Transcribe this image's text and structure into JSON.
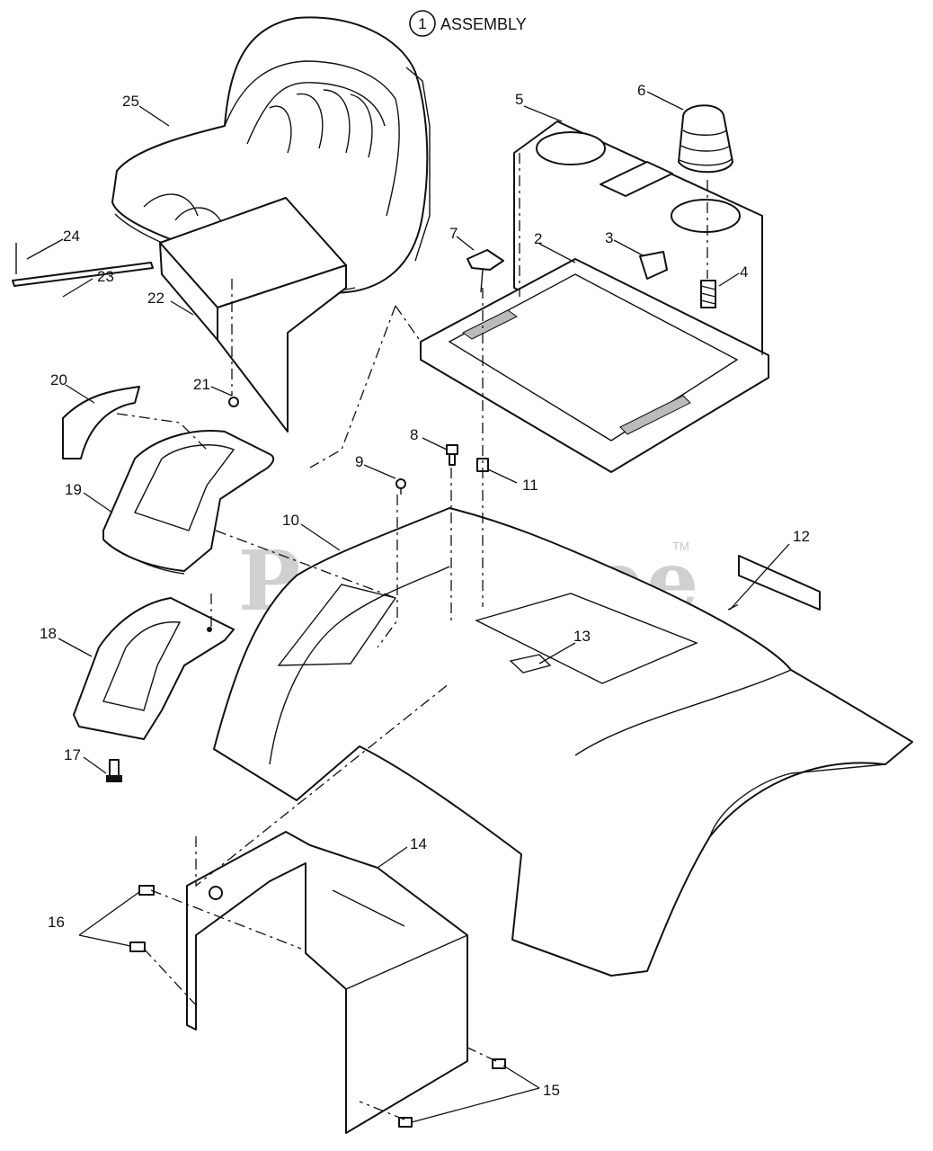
{
  "header": {
    "circle_number": "1",
    "title": "ASSEMBLY"
  },
  "watermark": {
    "text": "PartsTree",
    "trademark": "TM"
  },
  "callouts": {
    "c2": "2",
    "c3": "3",
    "c4": "4",
    "c5": "5",
    "c6": "6",
    "c7": "7",
    "c8": "8",
    "c9": "9",
    "c10": "10",
    "c11": "11",
    "c12": "12",
    "c13": "13",
    "c14": "14",
    "c15": "15",
    "c16": "16",
    "c17": "17",
    "c18": "18",
    "c19": "19",
    "c20": "20",
    "c21": "21",
    "c22": "22",
    "c23": "23",
    "c24": "24",
    "c25": "25"
  }
}
